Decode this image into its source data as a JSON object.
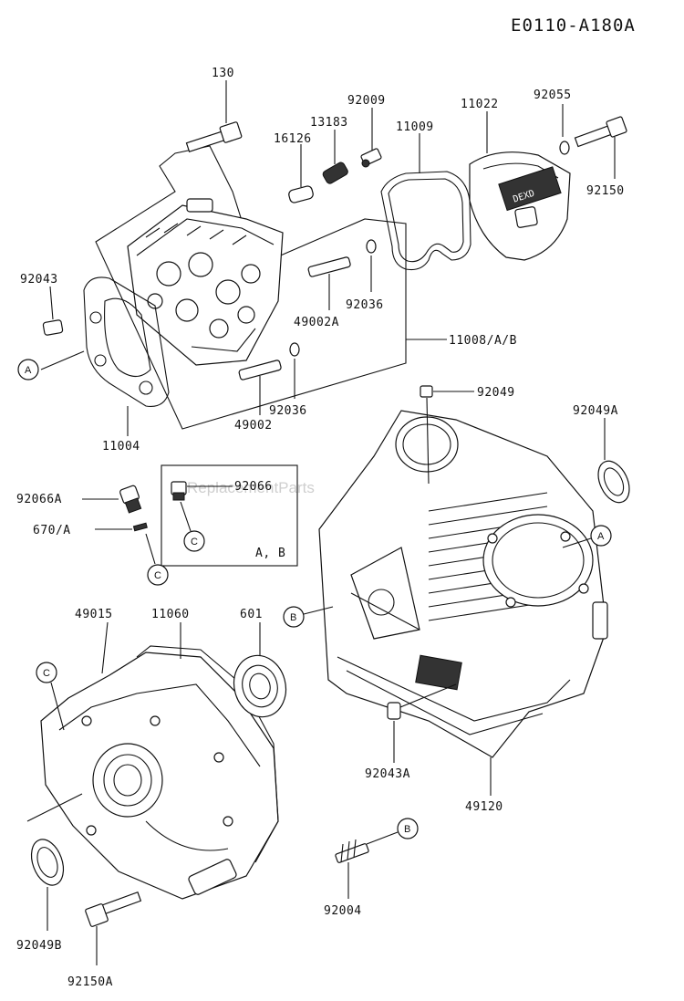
{
  "diagram_code": "E0110-A180A",
  "watermark": "ReplacementParts",
  "kit_note": "A, B",
  "parts": {
    "p130": "130",
    "p92009": "92009",
    "p13183": "13183",
    "p16126": "16126",
    "p11009": "11009",
    "p11022": "11022",
    "p92055": "92055",
    "p92150": "92150",
    "p92043": "92043",
    "p92036a": "92036",
    "p49002A": "49002A",
    "p11008": "11008/A/B",
    "p92036b": "92036",
    "p49002": "49002",
    "p11004": "11004",
    "p92049": "92049",
    "p92049A": "92049A",
    "p92066": "92066",
    "p92066A": "92066A",
    "p670A": "670/A",
    "p49015": "49015",
    "p11060": "11060",
    "p601": "601",
    "p92043A": "92043A",
    "p49120": "49120",
    "p92004": "92004",
    "p92049B": "92049B",
    "p92150A": "92150A"
  },
  "callouts": {
    "a_left": "A",
    "a_right": "A",
    "b_crankcase": "B",
    "b_bottom": "B",
    "c_inner": "C",
    "c_outer": "C",
    "c_cover": "C"
  }
}
